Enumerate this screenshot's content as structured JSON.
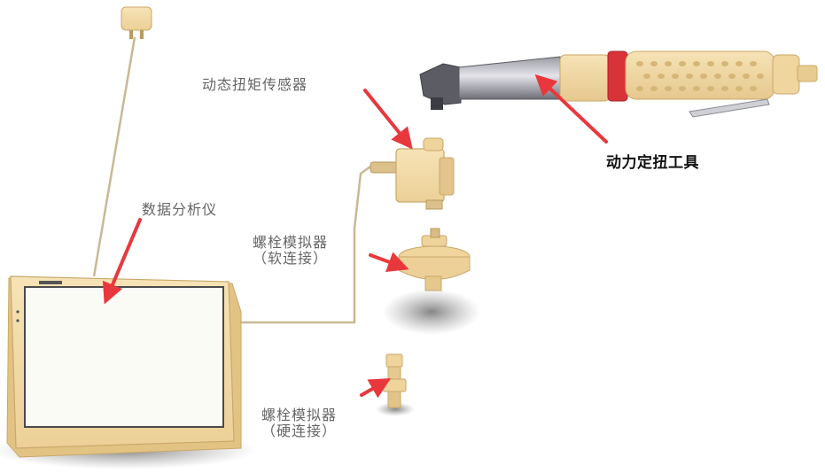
{
  "labels": {
    "torque_sensor": "动态扭矩传感器",
    "power_tool": "动力定扭工具",
    "analyzer": "数据分析仪",
    "bolt_soft_line1": "螺栓模拟器",
    "bolt_soft_line2": "（软连接）",
    "bolt_hard_line1": "螺栓模拟器",
    "bolt_hard_line2": "（硬连接）"
  },
  "colors": {
    "arrow": "#e8383d",
    "device_body": "#f3ddaa",
    "device_edge": "#c9a86a",
    "tool_band": "#d9333a",
    "cable": "#c8b995"
  }
}
